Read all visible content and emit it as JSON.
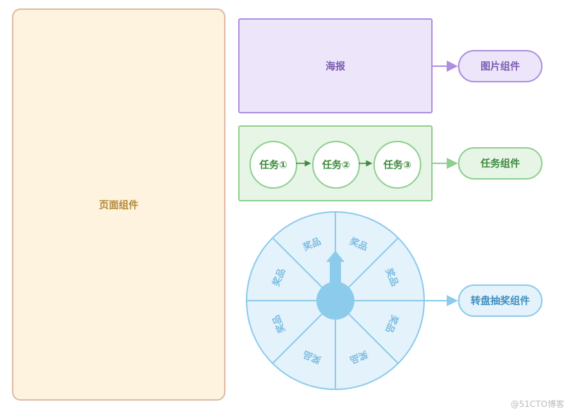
{
  "page_component": {
    "label": "页面组件"
  },
  "poster": {
    "label": "海报"
  },
  "tasks": {
    "items": [
      "任务①",
      "任务②",
      "任务③"
    ]
  },
  "components": {
    "image": "图片组件",
    "task": "任务组件",
    "wheel": "转盘抽奖组件"
  },
  "wheel": {
    "prize_labels": [
      "奖品",
      "奖品",
      "奖品",
      "奖品",
      "奖品",
      "奖品",
      "奖品",
      "奖品"
    ]
  },
  "watermark": "@51CTO博客",
  "colors": {
    "page": "#fdf3de",
    "page_border": "#e0b9a5",
    "purple": "#ad8fdf",
    "green": "#8fcf8f",
    "blue": "#8ccbec"
  }
}
